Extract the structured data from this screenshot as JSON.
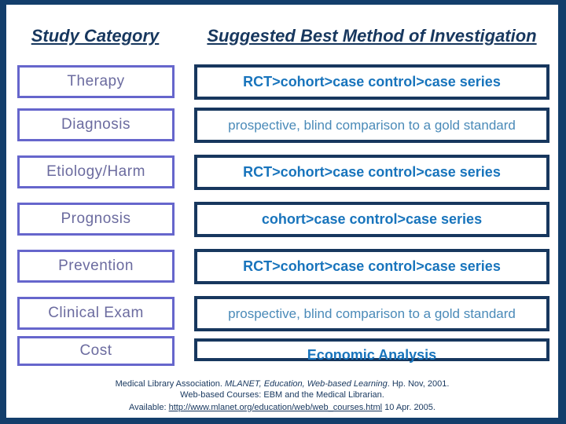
{
  "slide": {
    "header": {
      "left": "Study Category",
      "right": "Suggested Best Method of Investigation"
    },
    "table": {
      "rows": [
        {
          "category": "Therapy",
          "method": "RCT>cohort>case control>case series"
        },
        {
          "category": "Diagnosis",
          "method": "prospective, blind comparison to a gold standard"
        },
        {
          "category": "Etiology/Harm",
          "method": "RCT>cohort>case control>case series"
        },
        {
          "category": "Prognosis",
          "method": "cohort>case control>case series"
        },
        {
          "category": "Prevention",
          "method": "RCT>cohort>case control>case series"
        },
        {
          "category": "Clinical Exam",
          "method": "prospective, blind comparison to a gold standard"
        },
        {
          "category": "Cost",
          "method": "Economic Analysis"
        }
      ]
    },
    "footer": {
      "line1_prefix": "Medical Library Association.  ",
      "line1_italic": "MLANET, Education, Web-based Learning",
      "line1_suffix": ". Hp. Nov, 2001.",
      "line2": "Web-based Courses: EBM and the Medical Librarian.",
      "line3_prefix": "Available: ",
      "line3_link": "http://www.mlanet.org/education/web/web_courses.html",
      "line3_suffix": "  10 Apr.  2005."
    },
    "colors": {
      "frame_border": "#133e6b",
      "header_text": "#17375e",
      "category_box_border": "#6666cc",
      "category_label_text": "#6b6b9f",
      "method_box_border": "#17375e",
      "method_bold_text": "#1874bc",
      "method_regular_text": "#4a8ab8",
      "footer_text": "#17375e"
    }
  }
}
